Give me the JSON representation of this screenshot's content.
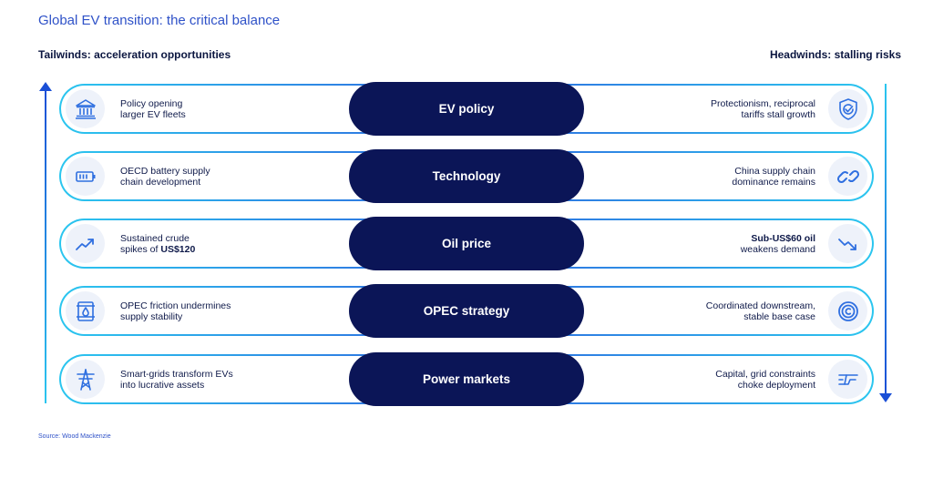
{
  "title": "Global EV transition: the critical balance",
  "tailwinds_heading": "Tailwinds: acceleration opportunities",
  "headwinds_heading": "Headwinds: stalling risks",
  "rows": [
    {
      "category": "EV policy",
      "left_icon": "government-building-icon",
      "left_line1": "Policy opening",
      "left_line2": "larger EV fleets",
      "right_icon": "shield-check-icon",
      "right_line1": "Protectionism, reciprocal",
      "right_line2": "tariffs stall growth"
    },
    {
      "category": "Technology",
      "left_icon": "battery-icon",
      "left_line1": "OECD battery supply",
      "left_line2": "chain development",
      "right_icon": "chain-link-icon",
      "right_line1": "China supply chain",
      "right_line2": "dominance remains"
    },
    {
      "category": "Oil price",
      "left_icon": "trend-up-icon",
      "left_line1": "Sustained crude",
      "left_line2_pre": "spikes of ",
      "left_line2_bold": "US$120",
      "right_icon": "trend-down-icon",
      "right_line1_bold": "Sub-US$60 oil",
      "right_line2": "weakens demand"
    },
    {
      "category": "OPEC strategy",
      "left_icon": "oil-barrel-icon",
      "left_line1": "OPEC friction undermines",
      "left_line2": "supply stability",
      "right_icon": "copyright-circle-icon",
      "right_line1": "Coordinated downstream,",
      "right_line2": "stable base case"
    },
    {
      "category": "Power markets",
      "left_icon": "power-pylon-icon",
      "left_line1": "Smart-grids transform EVs",
      "left_line2": "into lucrative assets",
      "right_icon": "grid-constraint-icon",
      "right_line1": "Capital, grid constraints",
      "right_line2": "choke deployment"
    }
  ],
  "source": "Source: Wood Mackenzie",
  "colors": {
    "pill": "#0b1557",
    "accent_blue": "#2f6fe0",
    "accent_cyan": "#2bc6ef",
    "title": "#2f52c8",
    "icon_bg": "#eef2fa"
  }
}
